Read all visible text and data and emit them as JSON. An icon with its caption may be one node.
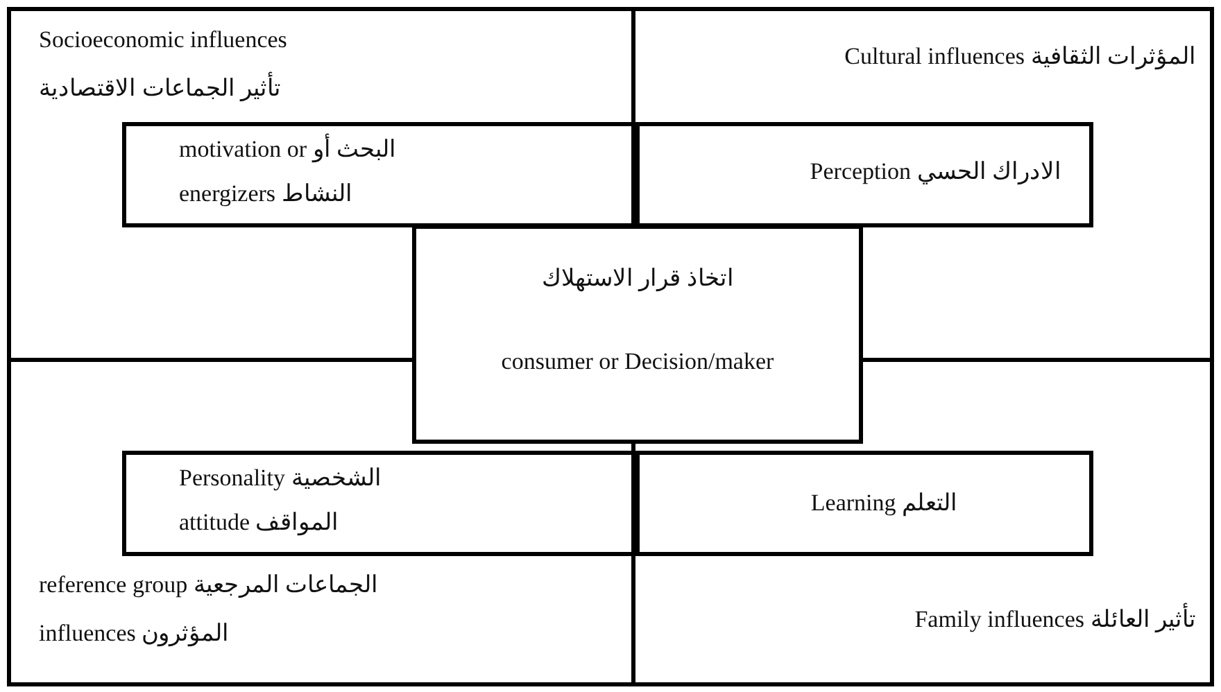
{
  "diagram": {
    "nodes": [
      {
        "text": [
          "Socioeconomic influences",
          "تأثير الجماعات الاقتصادية"
        ]
      },
      {
        "text": [
          "motivation or البحث أو",
          "energizers النشاط"
        ],
        "in": 0
      },
      {
        "text": [
          "المؤثرات الثقافية Cultural influences"
        ]
      },
      {
        "text": [
          "الادراك الحسي Perception"
        ],
        "in": 2
      },
      {
        "text": [
          "اتخاذ قرار الاستهلاك",
          "consumer or Decision/maker"
        ]
      },
      {
        "text": [
          "reference group الجماعات المرجعية",
          "influences المؤثرون"
        ]
      },
      {
        "text": [
          "Personality الشخصية",
          "attitude المواقف"
        ],
        "in": 5
      },
      {
        "text": [
          "تأثير العائلة Family influences"
        ]
      },
      {
        "text": [
          "Learning التعلم"
        ],
        "in": 7
      }
    ],
    "edges": []
  }
}
